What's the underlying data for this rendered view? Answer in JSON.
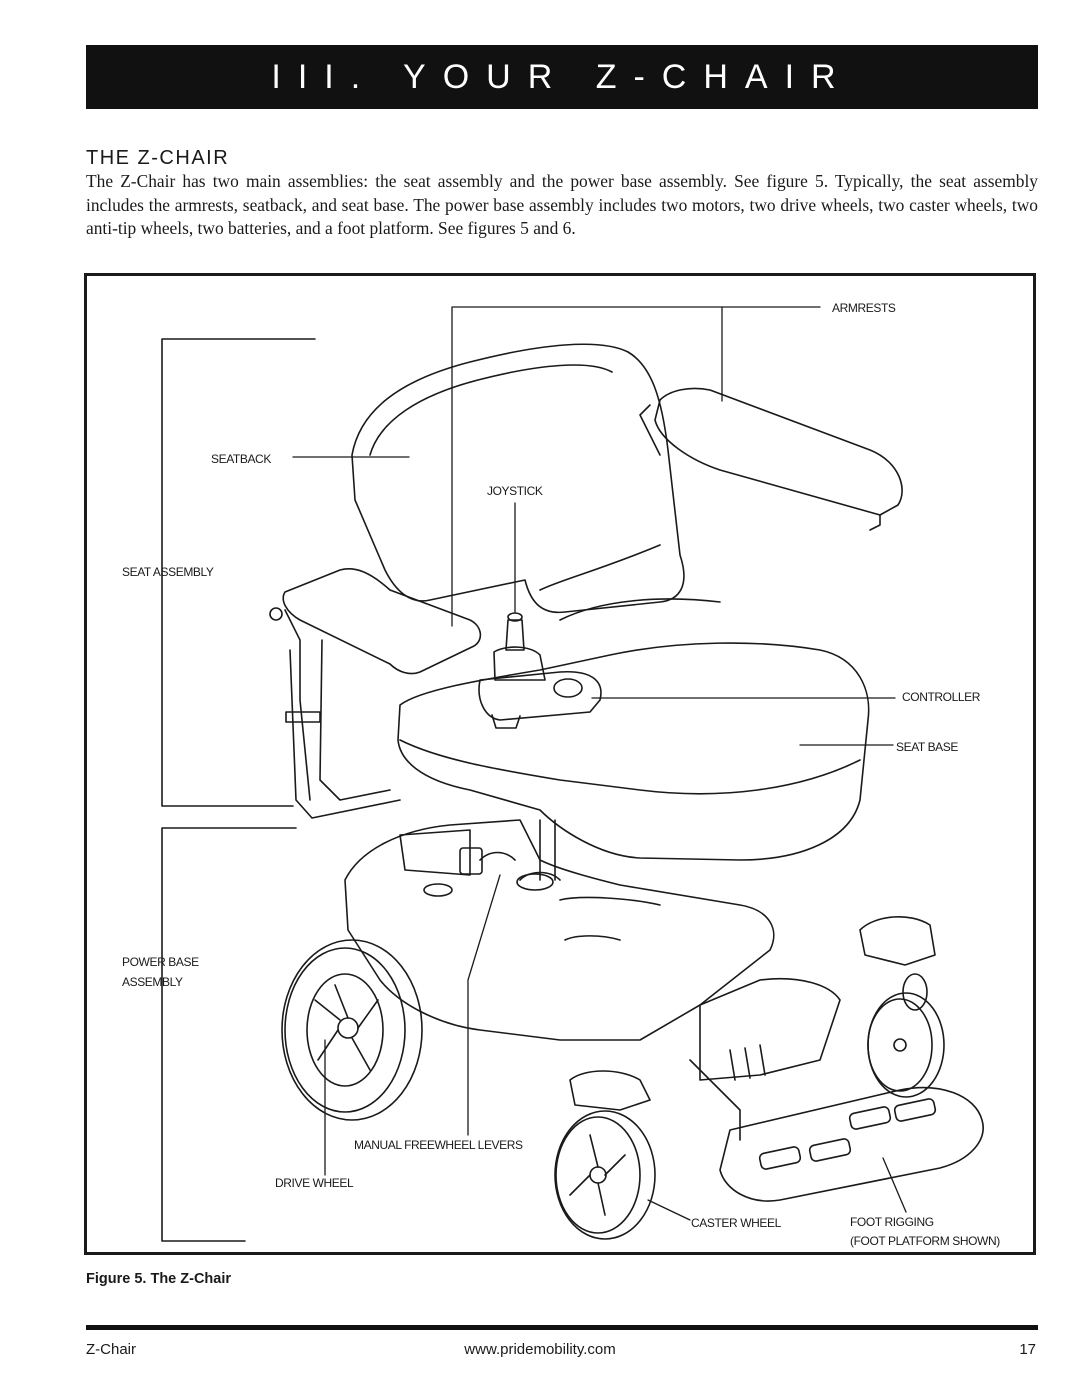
{
  "header": {
    "banner_title": "III. YOUR Z-CHAIR"
  },
  "section": {
    "title": "THE Z-CHAIR",
    "body": "The Z-Chair has two main assemblies: the seat assembly and the power base assembly. See figure 5. Typically, the seat assembly includes the armrests, seatback, and seat base. The power base assembly includes two motors, two drive wheels, two caster wheels, two anti-tip wheels, two batteries, and a foot platform. See figures 5 and 6."
  },
  "figure": {
    "caption": "Figure 5. The Z-Chair",
    "labels": {
      "armrests": "ARMRESTS",
      "seatback": "SEATBACK",
      "joystick": "JOYSTICK",
      "seat_assembly": "SEAT ASSEMBLY",
      "controller": "CONTROLLER",
      "seat_base": "SEAT BASE",
      "power_base_line1": "POWER BASE",
      "power_base_line2": "ASSEMBLY",
      "manual_freewheel_levers": "MANUAL FREEWHEEL LEVERS",
      "drive_wheel": "DRIVE WHEEL",
      "caster_wheel": "CASTER  WHEEL",
      "foot_rigging_line1": "FOOT RIGGING",
      "foot_rigging_line2": "(FOOT PLATFORM SHOWN)"
    }
  },
  "footer": {
    "product": "Z-Chair",
    "url": "www.pridemobility.com",
    "page_number": "17"
  }
}
